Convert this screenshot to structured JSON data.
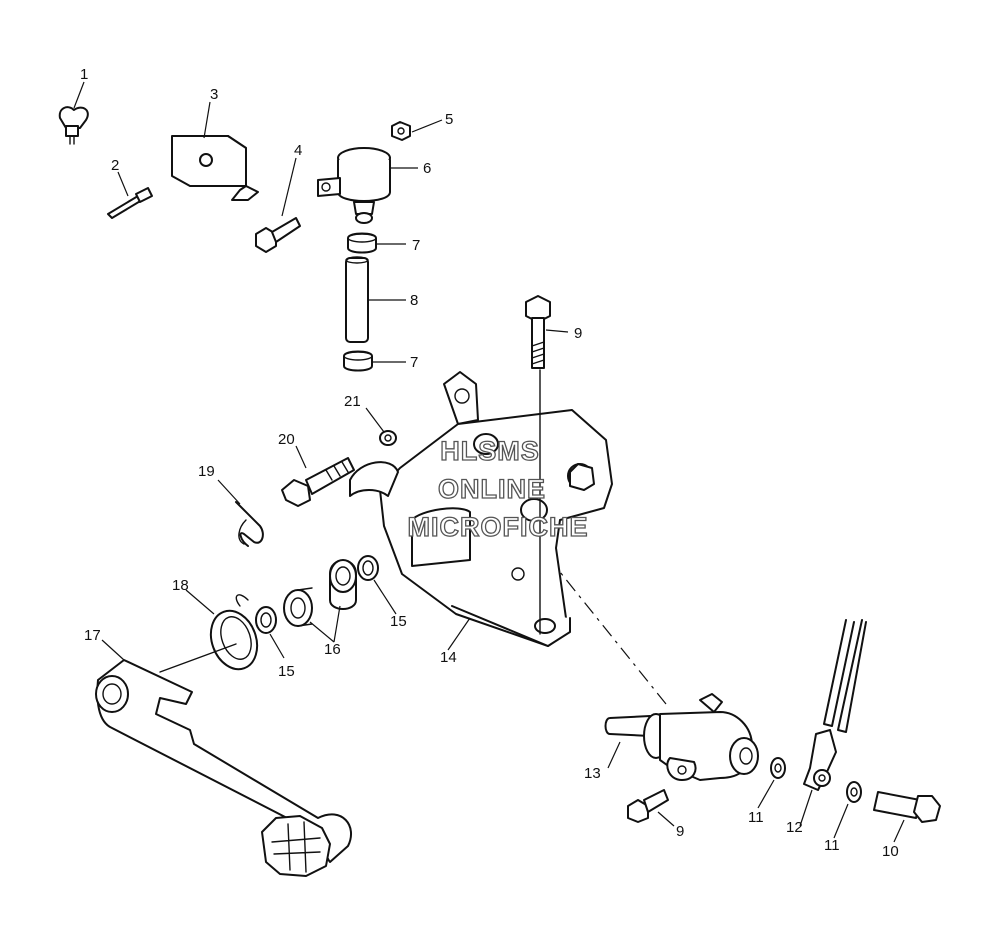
{
  "callouts": {
    "c1": "1",
    "c2": "2",
    "c3": "3",
    "c4": "4",
    "c5": "5",
    "c6": "6",
    "c7a": "7",
    "c7b": "7",
    "c8": "8",
    "c9a": "9",
    "c9b": "9",
    "c10": "10",
    "c11a": "11",
    "c11b": "11",
    "c12": "12",
    "c13": "13",
    "c14": "14",
    "c15a": "15",
    "c15b": "15",
    "c16": "16",
    "c17": "17",
    "c18": "18",
    "c19": "19",
    "c20": "20",
    "c21": "21"
  },
  "watermark": {
    "line1": "HLSMS",
    "line2": "ONLINE",
    "line3": "MICROFICHE"
  }
}
